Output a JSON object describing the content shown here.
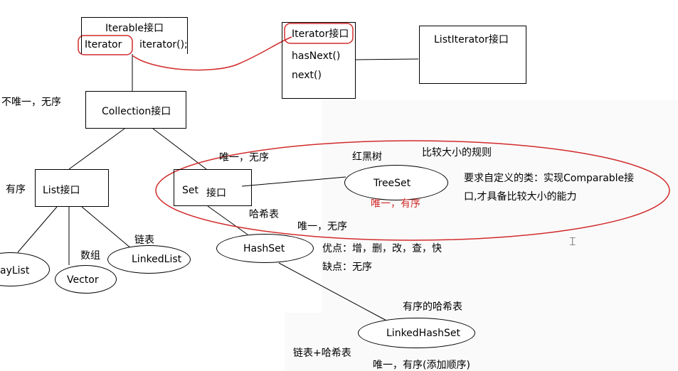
{
  "iterable": {
    "title": "Iterable接口",
    "left": "Iterator",
    "right": "iterator();"
  },
  "iterator": {
    "title": "Iterator接口",
    "m1": "hasNext()",
    "m2": "next()"
  },
  "listiterator": {
    "title": "ListIterator接口"
  },
  "collection": {
    "title": "Collection接口",
    "note": "不唯一，无序"
  },
  "list": {
    "title": "List接口",
    "note": "有序"
  },
  "set": {
    "title": "Set",
    "title_suffix": "接口",
    "note": "唯一，无序"
  },
  "arraylist": {
    "label": "ayList"
  },
  "vector": {
    "label": "Vector",
    "note": "数组"
  },
  "linkedlist": {
    "label": "LinkedList",
    "note": "链表"
  },
  "treeset": {
    "label": "TreeSet",
    "note_top": "红黑树",
    "rule_title": "比较大小的规则",
    "rule_line1": "要求自定义的类：实现Comparable接",
    "rule_line2": "口,才具备比较大小的能力",
    "note_bottom": "唯一，有序"
  },
  "hashset": {
    "label": "HashSet",
    "note_top": "哈希表",
    "unique": "唯一，无序",
    "pros": "优点：增，删，改，查，快",
    "cons": "缺点：无序"
  },
  "linkedhashset": {
    "label": "LinkedHashSet",
    "note_top": "有序的哈希表",
    "note_left": "链表+哈希表",
    "note_bottom": "唯一，有序(添加顺序)"
  },
  "colors": {
    "highlight": "#d22b2b",
    "line": "#000000"
  }
}
